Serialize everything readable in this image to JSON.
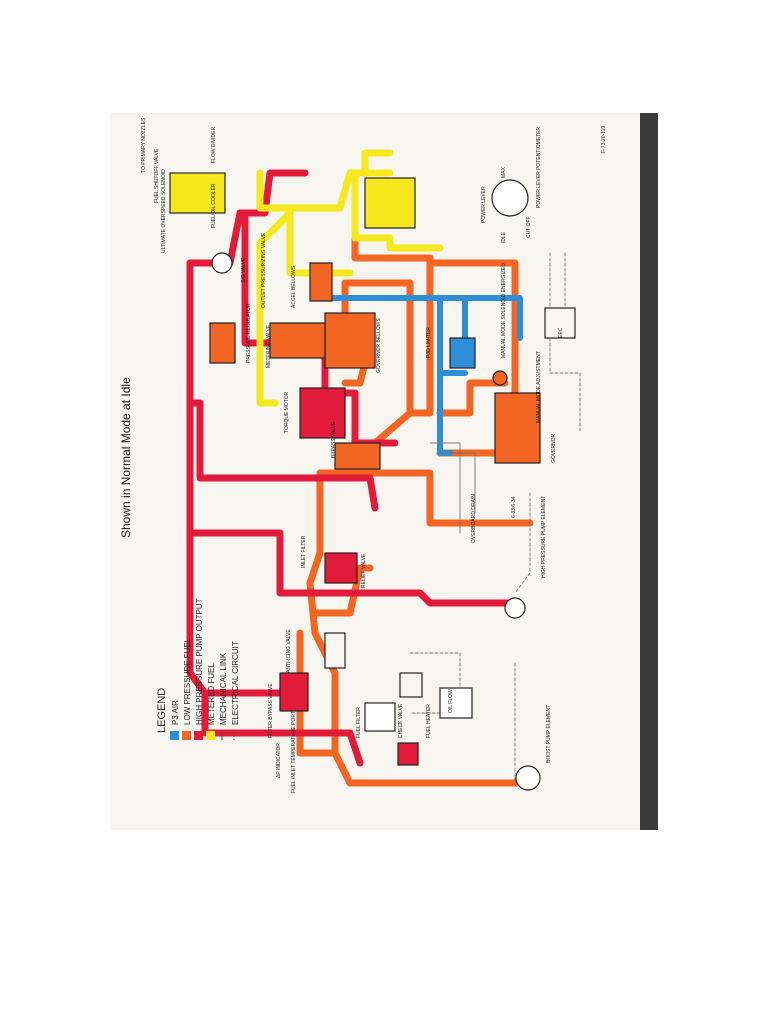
{
  "title": "Shown in Normal Mode at Idle",
  "legend": {
    "heading": "LEGEND",
    "items": [
      {
        "label": "P3 AIR",
        "color": "#2f8fd6"
      },
      {
        "label": "LOW PRESSURE FUEL",
        "color": "#f26522"
      },
      {
        "label": "HIGH PRESSURE PUMP OUTPUT",
        "color": "#e31b3a"
      },
      {
        "label": "METERED FUEL",
        "color": "#f5e81c"
      },
      {
        "label": "MECHANICAL LINK",
        "color": "#555555"
      },
      {
        "label": "ELECTRICAL CIRCUIT",
        "color": "#555555"
      }
    ]
  },
  "components": {
    "boost_pump": "BOOST PUMP ELEMENT",
    "fuel_inlet": "FUEL INLET TEMPERATURE PORT",
    "dp_indicator": "ΔP INDICATOR",
    "filter_bypass": "FILTER BYPASS VALVE",
    "fuel_filter": "FUEL FILTER",
    "check_valve": "CHECK VALVE",
    "fuel_heater": "FUEL HEATER",
    "oil_flow": "OIL FLOW",
    "anti_icing": "ANTI-ICING VALVE",
    "relief_valve": "RELIEF VALVE",
    "inlet_filter": "INLET FILTER",
    "hp_pump": "HIGH PRESSURE PUMP ELEMENT",
    "overboard_drain": "OVERBOARD DRAIN",
    "bypass_valve": "BYPASS VALVE",
    "torque_motor": "TORQUE MOTOR",
    "metering_valve": "METERING VALVE",
    "pressure_regulator": "PRESSURE REGULATOR",
    "outlet_pressurizing": "OUTLET PRESSURIZING VALVE",
    "sg_valve": "S/G VALVE",
    "fuel_shutoff": "FUEL SHUTOFF VALVE",
    "ultimate_overspeed": "ULTIMATE OVERSPEED SOLENOID",
    "fuel_oil_cooler": "FUEL/OIL COOLER",
    "to_primary_nozzles": "TO PRIMARY NOZZLES",
    "flow_divider": "FLOW DIVIDER",
    "accel_bellows": "ACCEL BELLOWS",
    "gov_bellows": "GOVERNOR BELLOWS",
    "ecu": "EEC",
    "pd_limiter": "P3D LIMITER",
    "manual_mode_solenoid": "MANUAL MODE SOLENOID ENERGIZED",
    "governor": "GOVERNOR",
    "manual_mode_adjustment": "MANUAL MODE ADJUSTMENT",
    "power_lever": "POWER LEVER",
    "power_lever_potentiometer": "POWER LEVER POTENTIOMETER",
    "idle": "IDLE",
    "max": "MAX",
    "cut_off": "CUT OFF"
  },
  "figure_ref": "6-33/6-34",
  "drawing_no": "F-73-20-119"
}
